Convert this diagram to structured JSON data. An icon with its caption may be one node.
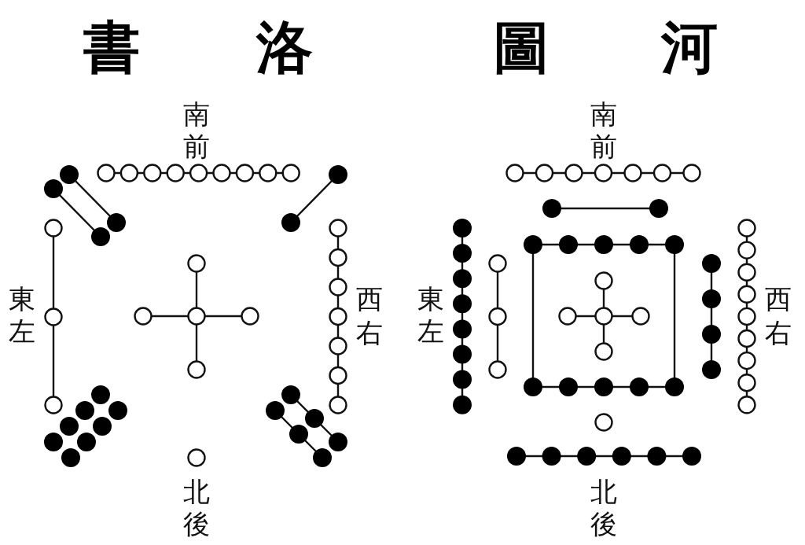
{
  "diagram": {
    "labels": [
      "書洛",
      "圖河",
      "南",
      "前",
      "東",
      "左",
      "西",
      "右",
      "北",
      "後",
      "南",
      "前",
      "東",
      "左",
      "西",
      "右",
      "北",
      "後"
    ]
  }
}
